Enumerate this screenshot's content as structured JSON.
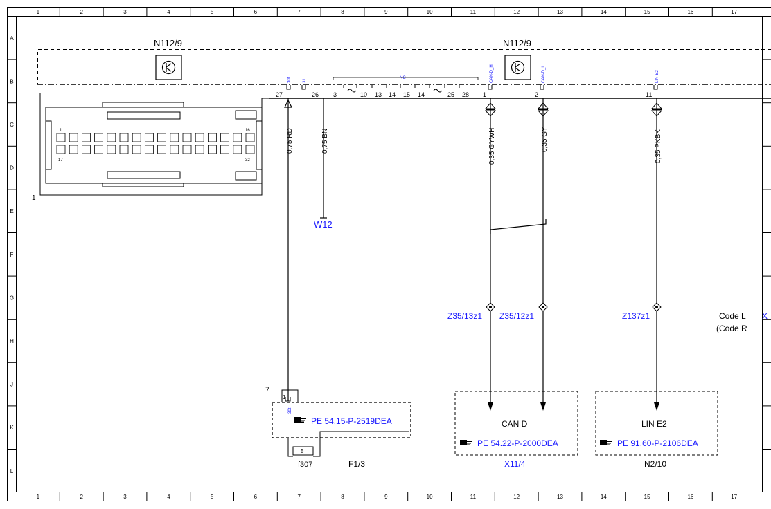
{
  "frame": {
    "columns": [
      "1",
      "2",
      "3",
      "4",
      "5",
      "6",
      "7",
      "8",
      "9",
      "10",
      "11",
      "12",
      "13",
      "14",
      "15",
      "16",
      "17"
    ],
    "rows": [
      "A",
      "B",
      "C",
      "D",
      "E",
      "F",
      "G",
      "H",
      "J",
      "K",
      "L"
    ]
  },
  "module": {
    "left_label": "N112/9",
    "right_label": "N112/9",
    "connector_item": "1",
    "connector_pin_first_top": "1",
    "connector_pin_last_top": "16",
    "connector_pin_first_bottom": "17",
    "connector_pin_last_bottom": "32"
  },
  "pins": {
    "p27": "27",
    "p26": "26",
    "p3": "3",
    "p10": "10",
    "p13": "13",
    "p14a": "14",
    "p15": "15",
    "p14b": "14",
    "p25": "25",
    "p28": "28",
    "p1": "1",
    "p2": "2",
    "p11": "11",
    "sig_30t": "30t",
    "sig_31": "31",
    "sig_nc": "NC",
    "sig_can_h": "CAN-D_H",
    "sig_can_l": "CAN-D_L",
    "sig_lin": "LIN-E2"
  },
  "wires": {
    "w_rd": "0,75 RD",
    "w_bn": "0,75 BN",
    "w_gywh": "0,35 GYWH",
    "w_gy": "0,35 GY",
    "w_pkbk": "0,35 PKBK"
  },
  "references": {
    "ground": "W12",
    "z_can_h": "Z35/13z1",
    "z_can_l": "Z35/12z1",
    "z_lin": "Z137z1",
    "code_l": "Code L",
    "code_r": "(Code R",
    "fuse_connector": "7",
    "fuse_pin": "1",
    "fuse_sig": "30t",
    "fuse_pe": "PE 54.15-P-2519DEA",
    "fuse_value": "5",
    "fuse_name": "f307",
    "fuse_box": "F1/3",
    "can_title": "CAN D",
    "can_pe": "PE 54.22-P-2000DEA",
    "can_box": "X11/4",
    "lin_title": "LIN E2",
    "lin_pe": "PE 91.60-P-2106DEA",
    "lin_box": "N2/10"
  }
}
